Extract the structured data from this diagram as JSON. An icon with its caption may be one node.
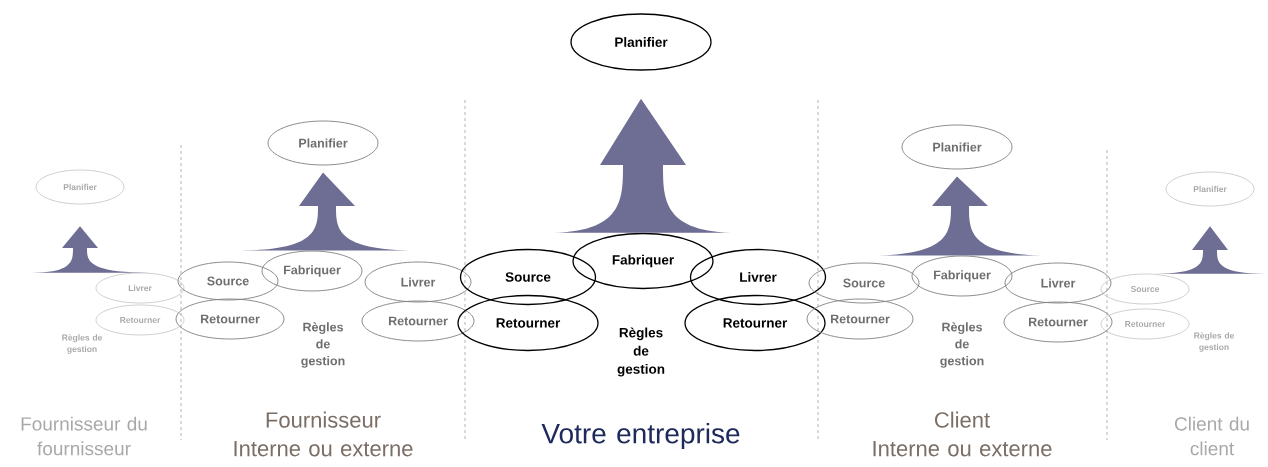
{
  "diagram": {
    "nodes": [
      {
        "text": [
          "Planifier"
        ]
      },
      {
        "text": [
          "Livrer"
        ]
      },
      {
        "text": [
          "Retourner"
        ]
      },
      {
        "text": [
          "Planifier"
        ]
      },
      {
        "text": [
          "Source"
        ]
      },
      {
        "text": [
          "Fabriquer"
        ]
      },
      {
        "text": [
          "Livrer"
        ]
      },
      {
        "text": [
          "Retourner"
        ]
      },
      {
        "text": [
          "Retourner"
        ]
      },
      {
        "text": [
          "Planifier"
        ]
      },
      {
        "text": [
          "Source"
        ]
      },
      {
        "text": [
          "Fabriquer"
        ]
      },
      {
        "text": [
          "Livrer"
        ]
      },
      {
        "text": [
          "Retourner"
        ]
      },
      {
        "text": [
          "Retourner"
        ]
      },
      {
        "text": [
          "Planifier"
        ]
      },
      {
        "text": [
          "Source"
        ]
      },
      {
        "text": [
          "Fabriquer"
        ]
      },
      {
        "text": [
          "Livrer"
        ]
      },
      {
        "text": [
          "Retourner"
        ]
      },
      {
        "text": [
          "Retourner"
        ]
      },
      {
        "text": [
          "Planifier"
        ]
      },
      {
        "text": [
          "Source"
        ]
      },
      {
        "text": [
          "Retourner"
        ]
      }
    ],
    "edges": [
      {
        "from": 1,
        "to": 0,
        "arrow": "to"
      },
      {
        "from": 5,
        "to": 3,
        "arrow": "to"
      },
      {
        "from": 11,
        "to": 9,
        "arrow": "to"
      },
      {
        "from": 17,
        "to": 15,
        "arrow": "to"
      },
      {
        "from": 22,
        "to": 21,
        "arrow": "to"
      }
    ],
    "labels": [
      "Règles de gestion",
      "Règles de gestion",
      "Règles de gestion",
      "Règles de gestion",
      "Règles de gestion",
      "Fournisseur du fournisseur",
      "Fournisseur Interne ou externe",
      "Votre entreprise",
      "Client Interne ou externe",
      "Client du client"
    ]
  }
}
